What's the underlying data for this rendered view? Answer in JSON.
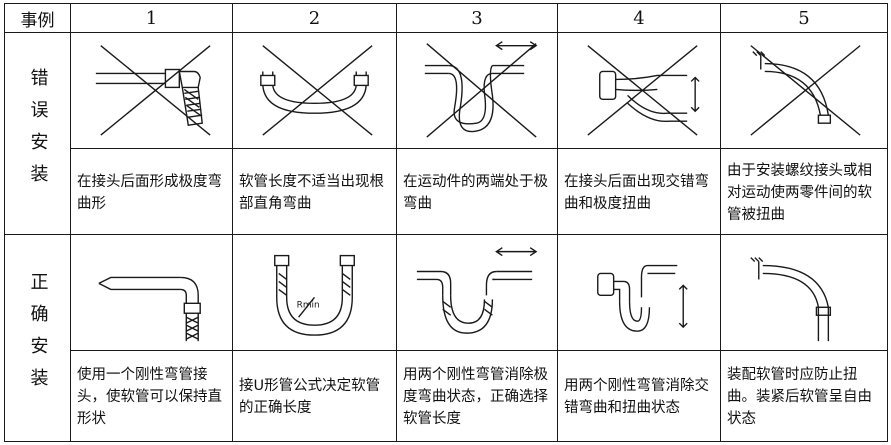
{
  "header": {
    "corner_label": "事例",
    "columns": [
      "1",
      "2",
      "3",
      "4",
      "5"
    ]
  },
  "sections": {
    "wrong": {
      "label": "错误安装",
      "captions": [
        "在接头后面形成极度弯曲形",
        "软管长度不适当出现根部直角弯曲",
        "在运动件的两端处于极弯曲",
        "在接头后面出现交错弯曲和极度扭曲",
        "由于安装螺纹接头或相对运动使两零件间的软管被扭曲"
      ]
    },
    "correct": {
      "label": "正确安装",
      "captions": [
        "使用一个刚性弯管接头，使软管可以保持直形状",
        "接U形管公式决定软管的正确长度",
        "用两个刚性弯管消除极度弯曲状态，正确选择软管长度",
        "用两个刚性弯管消除交错弯曲和扭曲状态",
        "装配软管时应防止扭曲。装紧后软管呈自由状态"
      ],
      "rmin_label": "Rmin"
    }
  },
  "colors": {
    "line": "#1a1a1a",
    "background": "#ffffff"
  }
}
